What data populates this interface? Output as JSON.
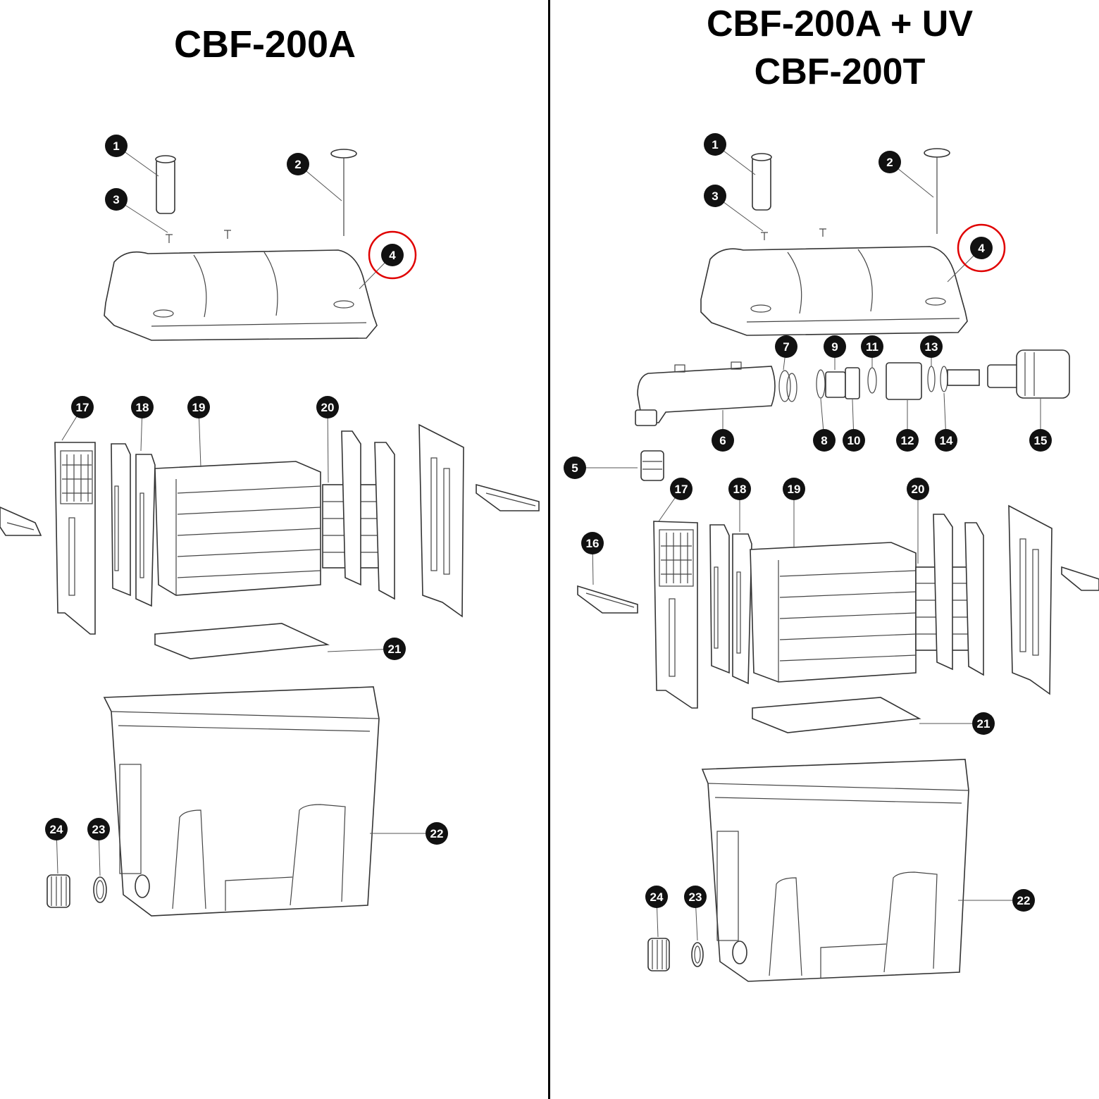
{
  "titles": {
    "left": "CBF-200A",
    "right_line1": "CBF-200A + UV",
    "right_line2": "CBF-200T"
  },
  "colors": {
    "highlight": "#e00000",
    "badge": "#111111",
    "divider": "#000000"
  },
  "left_diagram": {
    "badges": [
      "1",
      "2",
      "3",
      "4",
      "17",
      "18",
      "19",
      "20",
      "21",
      "22",
      "23",
      "24"
    ],
    "highlighted": "4"
  },
  "right_diagram": {
    "badges": [
      "1",
      "2",
      "3",
      "4",
      "5",
      "6",
      "7",
      "8",
      "9",
      "10",
      "11",
      "12",
      "13",
      "14",
      "15",
      "16",
      "17",
      "18",
      "19",
      "20",
      "21",
      "22",
      "23",
      "24"
    ],
    "highlighted": "4"
  }
}
